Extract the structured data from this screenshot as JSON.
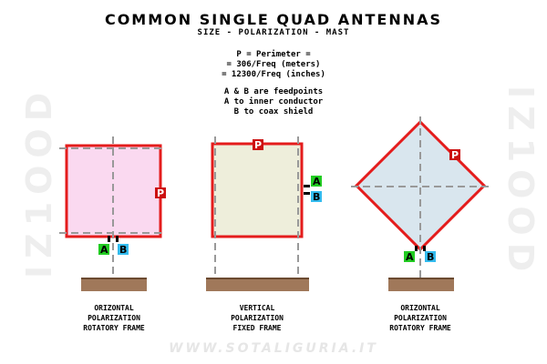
{
  "title": "COMMON SINGLE QUAD ANTENNAS",
  "subtitle": "SIZE - POLARIZATION - MAST",
  "formula_lines": [
    "P = Perimeter =",
    "= 306/Freq (meters)",
    "= 12300/Freq (inches)",
    "",
    "A & B are feedpoints",
    "A to inner conductor",
    "B to coax shield"
  ],
  "labels": {
    "perimeter": "P",
    "feed_a": "A",
    "feed_b": "B"
  },
  "captions": {
    "left": [
      "ORIZONTAL",
      "POLARIZATION",
      "ROTATORY FRAME"
    ],
    "center": [
      "VERTICAL",
      "POLARIZATION",
      "FIXED FRAME"
    ],
    "right": [
      "ORIZONTAL",
      "POLARIZATION",
      "ROTATORY FRAME"
    ]
  },
  "watermark_side": "IZ1OOD",
  "website": "WWW.SOTALIGURIA.IT",
  "colors": {
    "frame": "#e41c1c",
    "left_fill": "#fad9f0",
    "center_fill": "#eeeedb",
    "right_fill": "#d9e6ee",
    "mast": "#999999",
    "ground": "#a0785a",
    "feed_a": "#22cc22",
    "feed_b": "#33bbee",
    "p_marker": "#cc1111"
  }
}
